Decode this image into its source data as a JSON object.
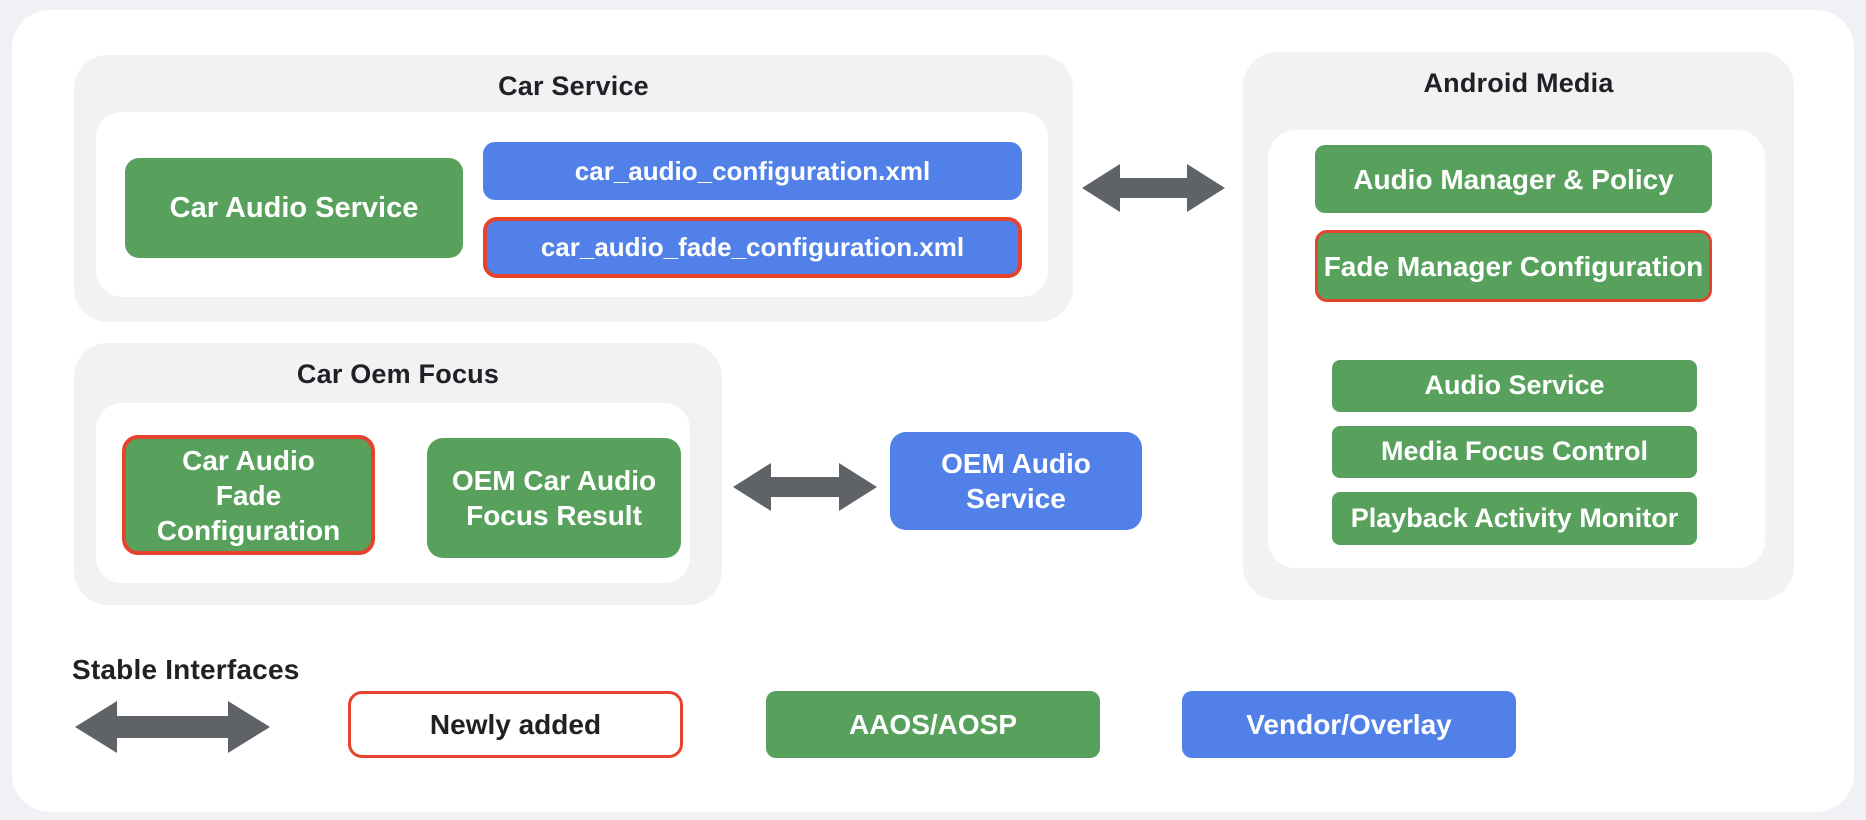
{
  "car_service": {
    "title": "Car Service",
    "audio_service": "Car Audio Service",
    "config_xml": "car_audio_configuration.xml",
    "fade_config_xml": "car_audio_fade_configuration.xml"
  },
  "android_media": {
    "title": "Android Media",
    "items": [
      "Audio Manager & Policy",
      "Fade Manager Configuration",
      "Audio Service",
      "Media Focus Control",
      "Playback Activity Monitor"
    ]
  },
  "car_oem_focus": {
    "title": "Car Oem Focus",
    "fade_configuration": "Car Audio Fade Configuration",
    "focus_result": "OEM Car Audio Focus Result"
  },
  "oem_audio_service": {
    "label": "OEM Audio Service"
  },
  "legend": {
    "stable_interfaces": "Stable Interfaces",
    "newly_added": "Newly added",
    "aaos_aosp": "AAOS/AOSP",
    "vendor_overlay": "Vendor/Overlay"
  },
  "colors": {
    "green": "#57a15d",
    "blue": "#5181e8",
    "red_border": "#e5432e",
    "arrow_gray": "#5f6368",
    "text_dark": "#202124",
    "container_gray": "#f1f2f3",
    "page_background": "#eff1f4"
  }
}
